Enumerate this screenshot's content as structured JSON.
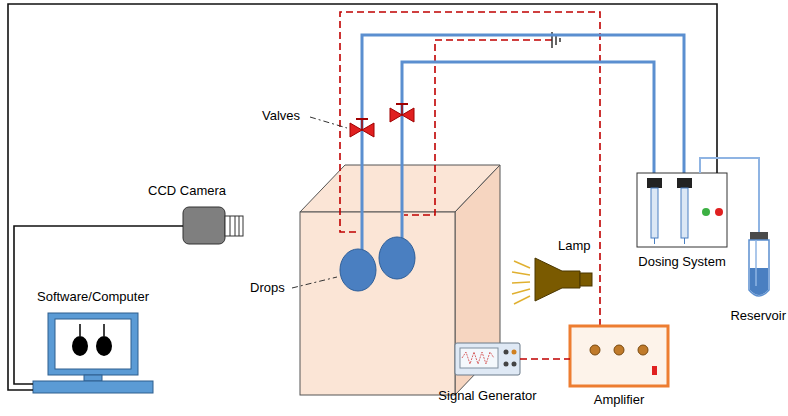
{
  "diagram": {
    "nodes": [
      {
        "text": [
          "Software/Computer"
        ]
      },
      {
        "text": [
          "CCD Camera"
        ]
      },
      {
        "text": [
          "Dosing System"
        ]
      },
      {
        "text": [
          "Reservoir"
        ]
      },
      {
        "text": [
          "Signal Generator"
        ]
      },
      {
        "text": [
          "Amplifier"
        ]
      }
    ],
    "edges": [
      {
        "from": 0,
        "to": 2,
        "arrow": "none"
      },
      {
        "from": 0,
        "to": 1,
        "arrow": "none"
      },
      {
        "from": 3,
        "to": 2,
        "arrow": "none"
      },
      {
        "from": 4,
        "to": 5,
        "arrow": "none"
      }
    ],
    "labels": [
      "Valves",
      "Drops",
      "Lamp"
    ]
  }
}
